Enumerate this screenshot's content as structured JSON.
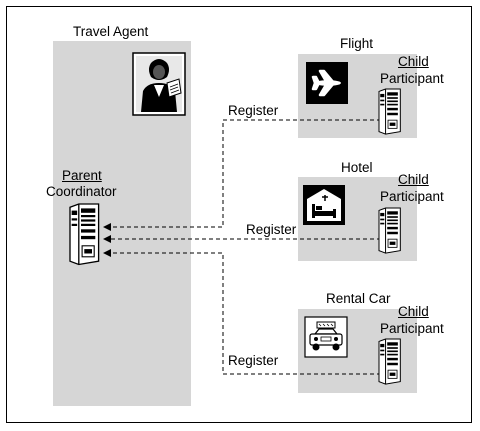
{
  "travel_agent": {
    "title": "Travel Agent",
    "parent_label": "Parent",
    "role_label": "Coordinator"
  },
  "flight": {
    "title": "Flight",
    "child_label": "Child",
    "role_label": "Participant",
    "register_label": "Register"
  },
  "hotel": {
    "title": "Hotel",
    "child_label": "Child",
    "role_label": "Participant",
    "register_label": "Register"
  },
  "rental_car": {
    "title": "Rental Car",
    "child_label": "Child",
    "role_label": "Participant",
    "register_label": "Register"
  },
  "icons": {
    "agent": "travel-agent-person-icon",
    "server": "server-icon",
    "flight": "airplane-icon",
    "hotel": "hotel-bed-icon",
    "car": "car-icon"
  },
  "colors": {
    "panel": "#d6d6d6",
    "line": "#000000"
  }
}
